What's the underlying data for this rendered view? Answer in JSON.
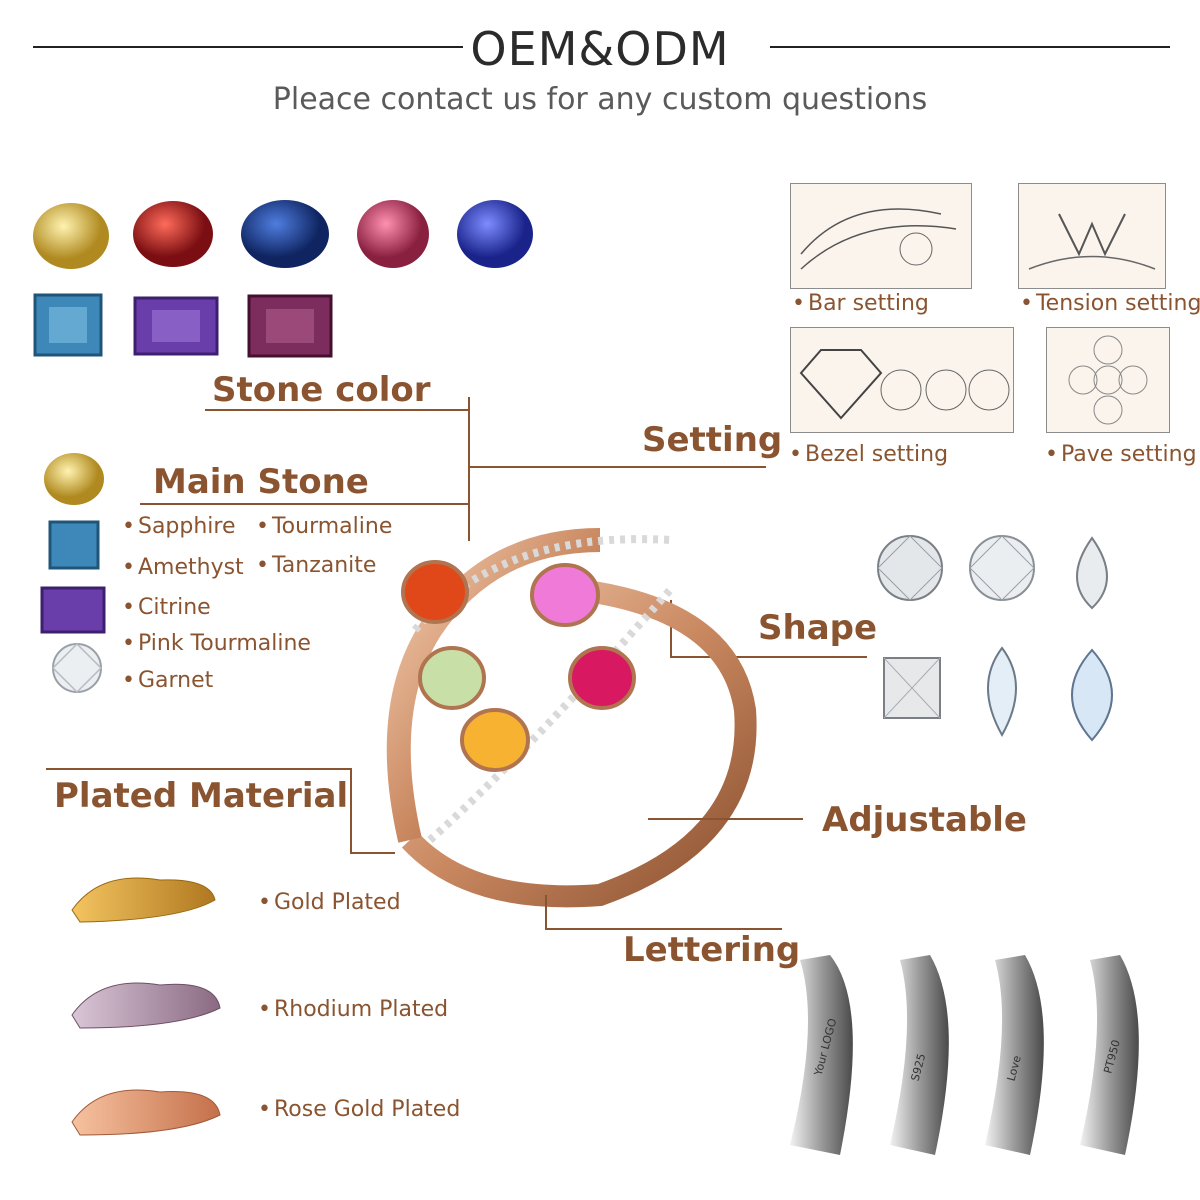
{
  "header": {
    "title": "OEM&ODM",
    "subtitle": "Pleace contact us for any custom questions"
  },
  "labels": {
    "stone_color": "Stone color",
    "main_stone": "Main Stone",
    "setting": "Setting",
    "shape": "Shape",
    "plated_material": "Plated Material",
    "adjustable": "Adjustable",
    "lettering": "Lettering"
  },
  "main_stone_types": [
    "Sapphire",
    "Tourmaline",
    "Amethyst",
    "Tanzanite",
    "Citrine",
    "Pink Tourmaline",
    "Garnet"
  ],
  "settings": [
    "Bar setting",
    "Tension setting",
    "Bezel setting",
    "Pave setting"
  ],
  "plating": [
    "Gold Plated",
    "Rhodium Plated",
    "Rose Gold Plated"
  ],
  "engravings": [
    "Your LOGO",
    "S925",
    "Love",
    "PT950"
  ],
  "colors": {
    "accent": "#8a5430",
    "stones": [
      "#c9a32a",
      "#9c1c1c",
      "#1e3f8f",
      "#b0345a",
      "#2c3fae",
      "#3a7fb0",
      "#6b3fa8",
      "#7a2a58"
    ]
  }
}
